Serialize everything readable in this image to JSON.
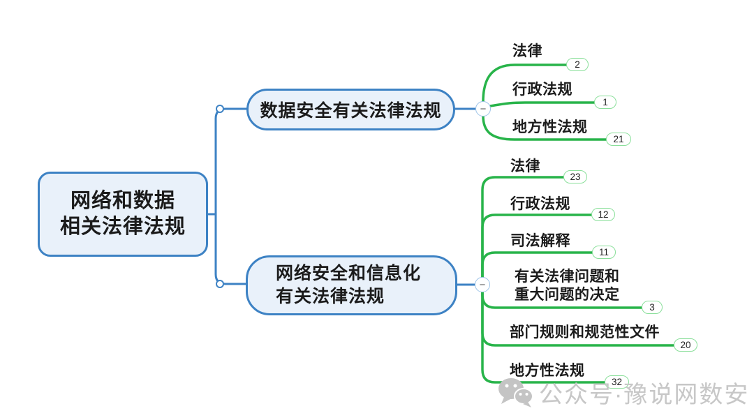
{
  "colors": {
    "node_border_blue": "#3d82c4",
    "node_fill_blue": "#e9f1fa",
    "branch_line_green": "#28b44a",
    "badge_border_green": "#8adf9a",
    "watermark_gray": "#c7c7c7"
  },
  "root": {
    "label": "网络和数据\n相关法律法规"
  },
  "branches": [
    {
      "label": "数据安全有关法律法规",
      "toggle": "−",
      "children": [
        {
          "label": "法律",
          "count": "2"
        },
        {
          "label": "行政法规",
          "count": "1"
        },
        {
          "label": "地方性法规",
          "count": "21"
        }
      ]
    },
    {
      "label": "网络安全和信息化\n有关法律法规",
      "toggle": "−",
      "children": [
        {
          "label": "法律",
          "count": "23"
        },
        {
          "label": "行政法规",
          "count": "12"
        },
        {
          "label": "司法解释",
          "count": "11"
        },
        {
          "label": "有关法律问题和\n重大问题的决定",
          "count": "3"
        },
        {
          "label": "部门规则和规范性文件",
          "count": "20"
        },
        {
          "label": "地方性法规",
          "count": "32"
        }
      ]
    }
  ],
  "watermark": {
    "icon": "wechat-icon",
    "text": "公众号·豫说网数安"
  }
}
